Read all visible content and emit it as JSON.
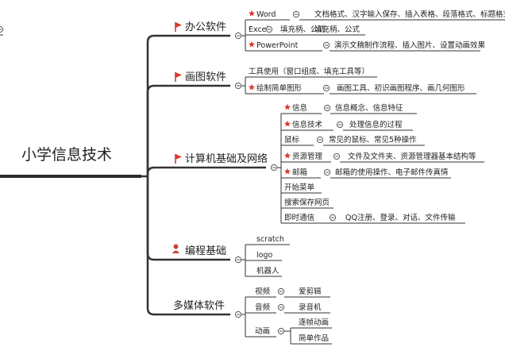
{
  "root": {
    "label": "小学信息技术"
  },
  "branches": [
    {
      "label": "办公软件",
      "icon": "red-flag-icon",
      "children": [
        {
          "label": "Word",
          "starred": true,
          "desc": "文档格式、汉字输入保存、插入表格、段落格式、标题格式"
        },
        {
          "label": "Excel",
          "starred": false,
          "desc": "填充柄、公式"
        },
        {
          "label": "PowerPoint",
          "starred": true,
          "desc": "演示文稿制作流程、插入图片、设置动画效果"
        }
      ]
    },
    {
      "label": "画图软件",
      "icon": "red-flag-icon",
      "children": [
        {
          "label": "工具使用（窗口组成、填充工具等）",
          "starred": false
        },
        {
          "label": "绘制简单图形",
          "starred": true,
          "desc": "画图工具、初识画图程序、画几何图形"
        }
      ]
    },
    {
      "label": "计算机基础及网络",
      "icon": "red-flag-icon",
      "children": [
        {
          "label": "信息",
          "starred": true,
          "desc": "信息概念、信息特征"
        },
        {
          "label": "信息技术",
          "starred": true,
          "desc": "处理信息的过程"
        },
        {
          "label": "鼠标",
          "starred": false,
          "desc": "常见的鼠标、常见5种操作"
        },
        {
          "label": "资源管理",
          "starred": true,
          "desc": "文件及文件夹、资源管理器基本结构等"
        },
        {
          "label": "邮箱",
          "starred": true,
          "desc": "邮箱的使用操作、电子邮件传真情"
        },
        {
          "label": "开始菜单",
          "starred": false
        },
        {
          "label": "搜索保存网页",
          "starred": false
        },
        {
          "label": "即时通信",
          "starred": false,
          "desc": "QQ注册、登录、对话、文件传输"
        }
      ]
    },
    {
      "label": "编程基础",
      "icon": "person-icon",
      "children": [
        {
          "label": "scratch"
        },
        {
          "label": "logo"
        },
        {
          "label": "机器人"
        }
      ]
    },
    {
      "label": "多媒体软件",
      "icon": "",
      "children": [
        {
          "label": "视频",
          "subs": [
            "爱剪辑"
          ]
        },
        {
          "label": "音频",
          "subs": [
            "录音机"
          ]
        },
        {
          "label": "动画",
          "subs": [
            "逐帧动画",
            "简单作品"
          ]
        }
      ]
    }
  ],
  "colors": {
    "flag": "#d93a2b",
    "star": "#d93a2b",
    "person": "#c8453a",
    "line": "#333333"
  }
}
